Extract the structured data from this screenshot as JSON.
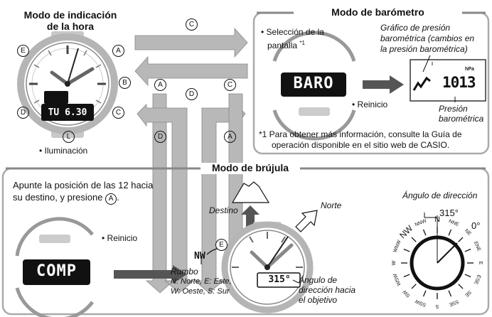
{
  "time_mode": {
    "title_line1": "Modo de indicación",
    "title_line2": "de la hora",
    "lcd": "TU 6.30",
    "light_label": "• Iluminación"
  },
  "buttons": {
    "a": "A",
    "b": "B",
    "c": "C",
    "d": "D",
    "e": "E",
    "l": "L"
  },
  "baro_mode": {
    "title": "Modo de barómetro",
    "select_line1": "• Selección de la",
    "select_line2": "pantalla",
    "select_note": "*1",
    "lcd": "BARO",
    "graph_line1": "Gráfico de presión",
    "graph_line2": "barométrica (cambios en",
    "graph_line3": "la presión barométrica)",
    "hpa": "hPa",
    "pressure_value": "1013",
    "pressure_line1": "Presión",
    "pressure_line2": "barométrica",
    "reset": "• Reinicio",
    "footnote_line1": "*1 Para obtener más información, consulte la Guía de",
    "footnote_line2": "operación disponible en el sitio web de CASIO."
  },
  "compass_mode": {
    "title": "Modo de brújula",
    "instr_line1": "Apunte la posición de las 12 hacia",
    "instr_line2": "su destino, y presione",
    "instr_button": "A",
    "instr_end": ".",
    "lcd": "COMP",
    "reset": "• Reinicio",
    "direction_symbol": "NW",
    "rumbo_title": "Rumbo",
    "rumbo_line1": "N: Norte, E: Este,",
    "rumbo_line2": "W: Oeste, S: Sur",
    "destino": "Destino",
    "norte": "Norte",
    "angle_lcd": "315°",
    "target_line1": "Ángulo de",
    "target_line2": "dirección hacia",
    "target_line3": "el objetivo",
    "dir_angle_title": "Ángulo de dirección",
    "dir_angle_value": "315°",
    "zero_deg": "0°",
    "rose": [
      "N",
      "NNE",
      "NE",
      "ENE",
      "E",
      "ESE",
      "SE",
      "SSE",
      "S",
      "SSW",
      "SW",
      "WSW",
      "W",
      "WNW",
      "NW",
      "NNW"
    ]
  }
}
